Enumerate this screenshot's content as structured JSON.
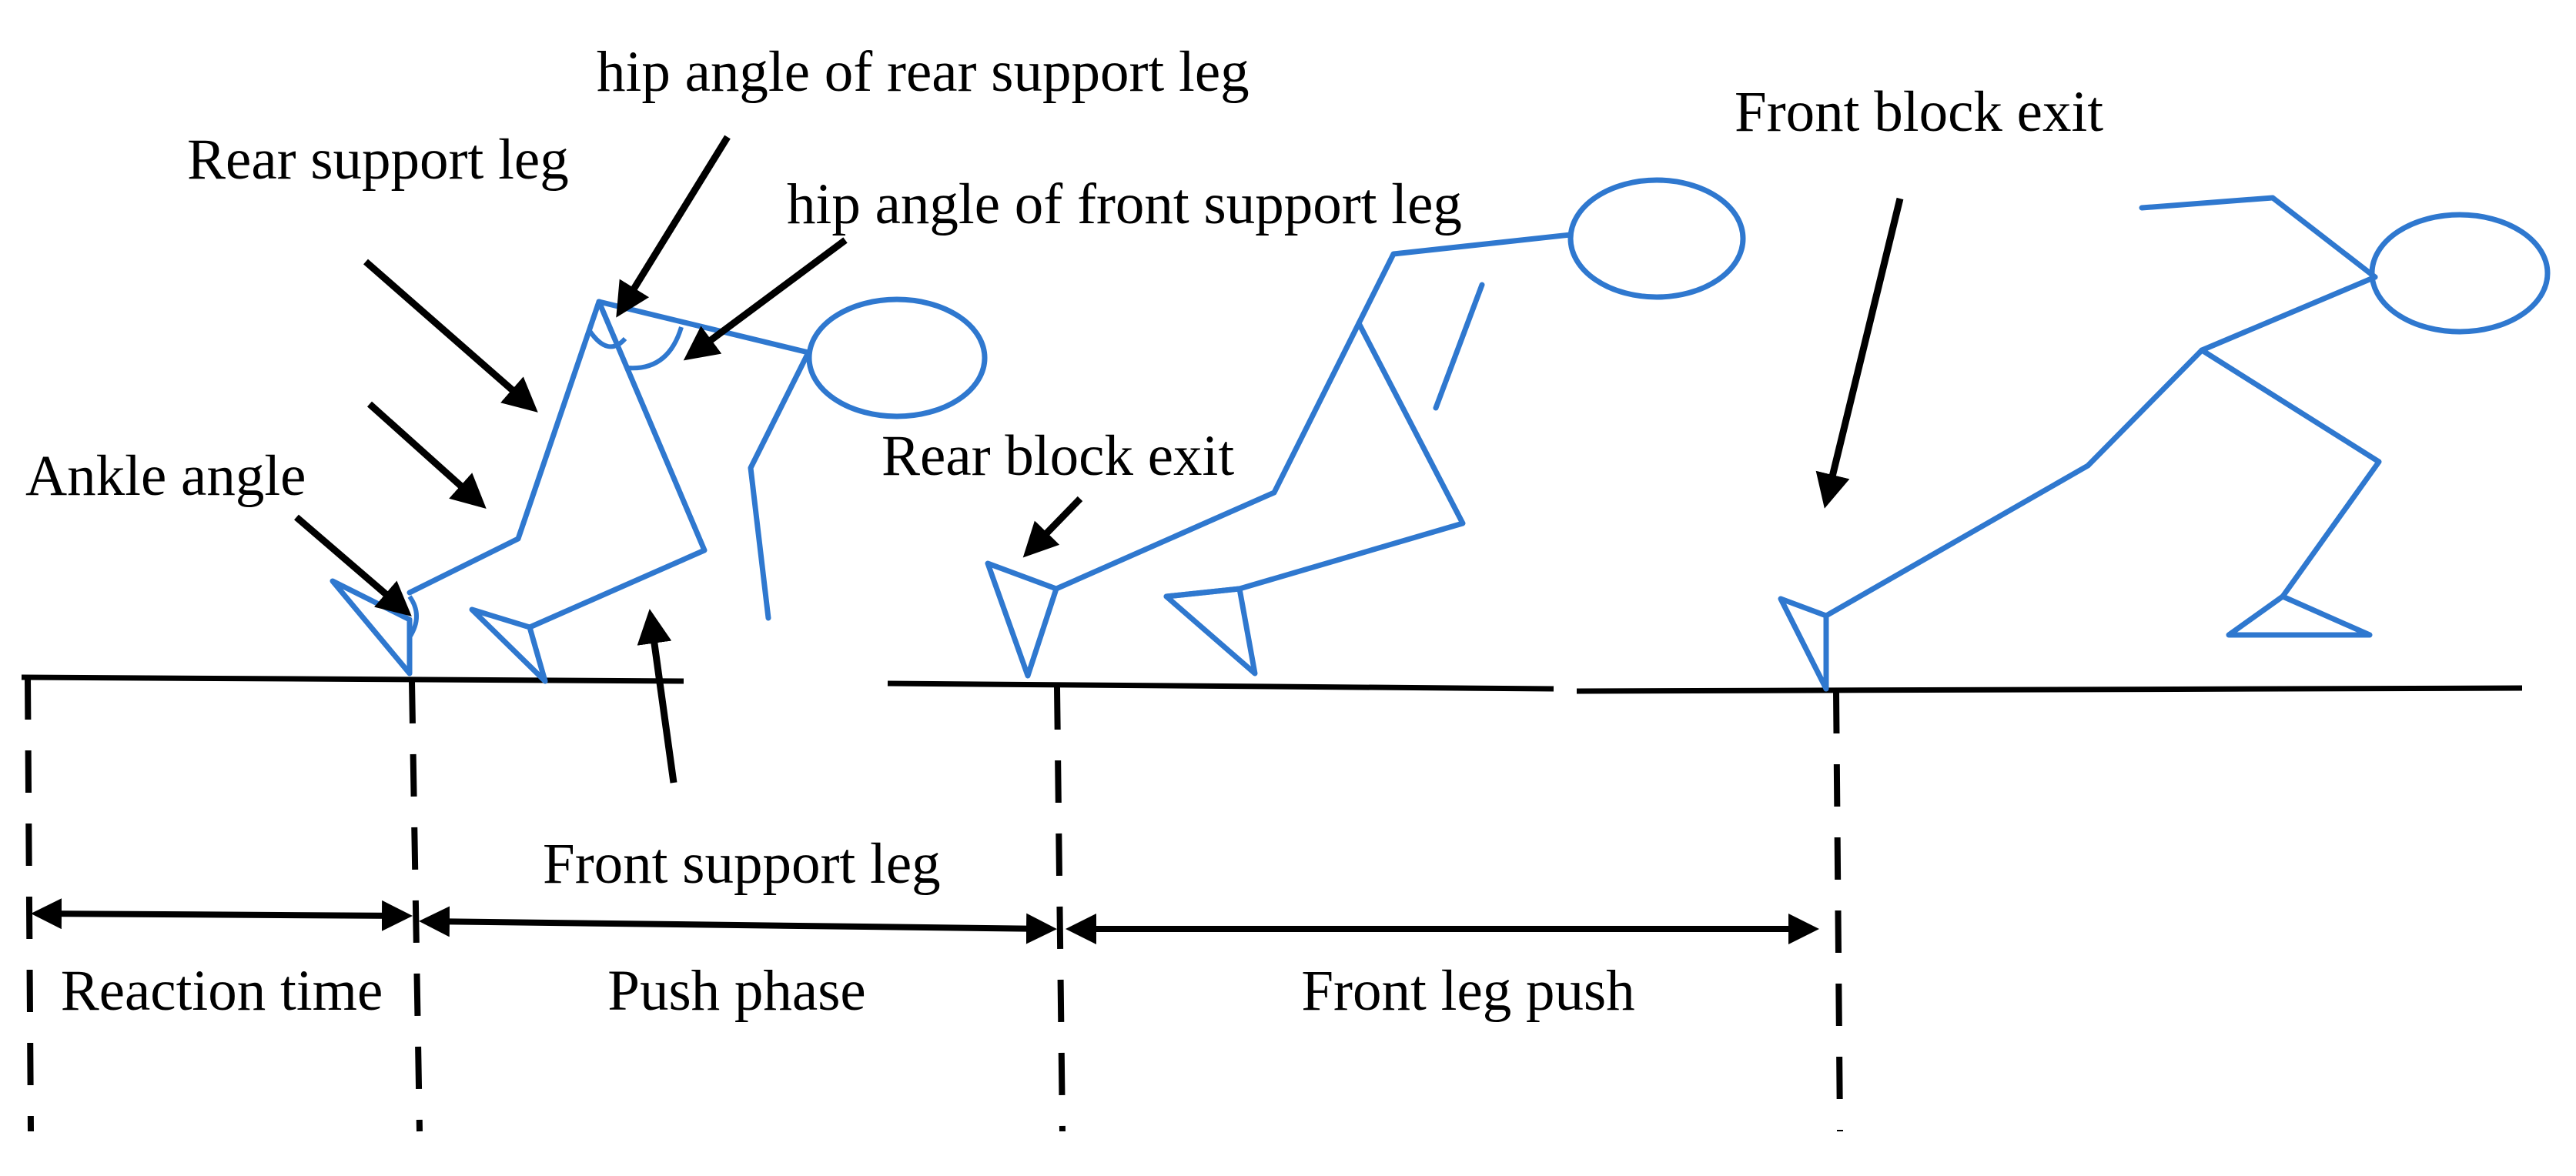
{
  "colors": {
    "figure": "#2f78cf",
    "ink": "#000000",
    "background": "#ffffff"
  },
  "labels": {
    "hip_angle_rear": "hip angle of rear support leg",
    "rear_support_leg": "Rear support leg",
    "hip_angle_front": "hip angle of front support leg",
    "front_block_exit": "Front block exit",
    "ankle_angle": "Ankle angle",
    "rear_block_exit": "Rear block exit",
    "front_support_leg": "Front support leg"
  },
  "phases": [
    {
      "label": "Reaction time"
    },
    {
      "label": "Push phase"
    },
    {
      "label": "Front leg push"
    }
  ]
}
